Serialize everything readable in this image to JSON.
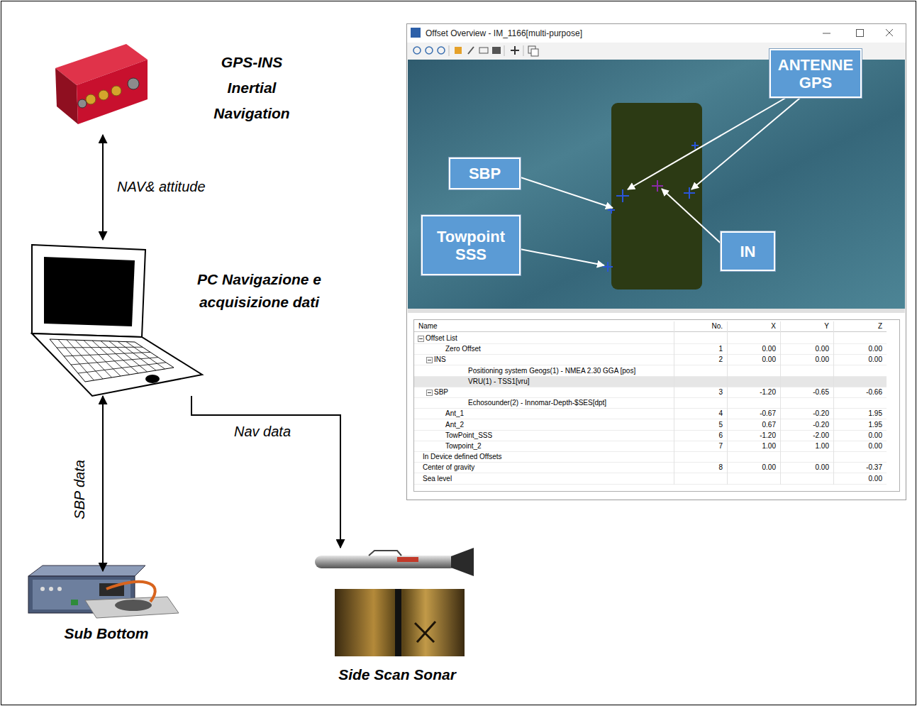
{
  "diagram": {
    "nodes": [
      {
        "text": [
          "GPS-INS Inertial Navigation"
        ]
      },
      {
        "text": [
          "Offset Overview - IM_1166[multi-purpose]"
        ]
      },
      {
        "text": [
          "ANTENNE GPS"
        ],
        "in": 1
      },
      {
        "text": [
          "SBP"
        ],
        "in": 1
      },
      {
        "text": [
          "Towpoint SSS"
        ],
        "in": 1
      },
      {
        "text": [
          "IN"
        ],
        "in": 1
      },
      {
        "text": [
          "PC Navigazione e acquisizione dati"
        ]
      },
      {
        "text": [
          "Sub Bottom"
        ]
      },
      {
        "text": [
          "Side Scan Sonar"
        ]
      }
    ],
    "edges": [
      {
        "from": 0,
        "to": 6,
        "arrow": "both",
        "label": "NAV& attitude"
      },
      {
        "from": 6,
        "to": 7,
        "arrow": "both",
        "label": "SBP data"
      },
      {
        "from": 6,
        "to": 8,
        "arrow": "to",
        "label": "Nav data"
      }
    ],
    "labels": [
      "Name",
      "No.",
      "X",
      "Y",
      "Z",
      "Offset List",
      "Zero Offset",
      "1",
      "0.00",
      "0.00",
      "0.00",
      "INS",
      "2",
      "0.00",
      "0.00",
      "0.00",
      "Positioning system Geogs(1) - NMEA 2.30 GGA [pos]",
      "VRU(1) - TSS1[vru]",
      "SBP",
      "3",
      "-1.20",
      "-0.65",
      "-0.66",
      "Echosounder(2) - Innomar-Depth-$SES[dpt]",
      "Ant_1",
      "4",
      "-0.67",
      "-0.20",
      "1.95",
      "Ant_2",
      "5",
      "0.67",
      "-0.20",
      "1.95",
      "TowPoint_SSS",
      "6",
      "-1.20",
      "-2.00",
      "0.00",
      "Towpoint_2",
      "7",
      "1.00",
      "1.00",
      "0.00",
      "In Device defined Offsets",
      "Center of gravity",
      "8",
      "0.00",
      "0.00",
      "-0.37",
      "Sea level",
      "0.00"
    ]
  }
}
